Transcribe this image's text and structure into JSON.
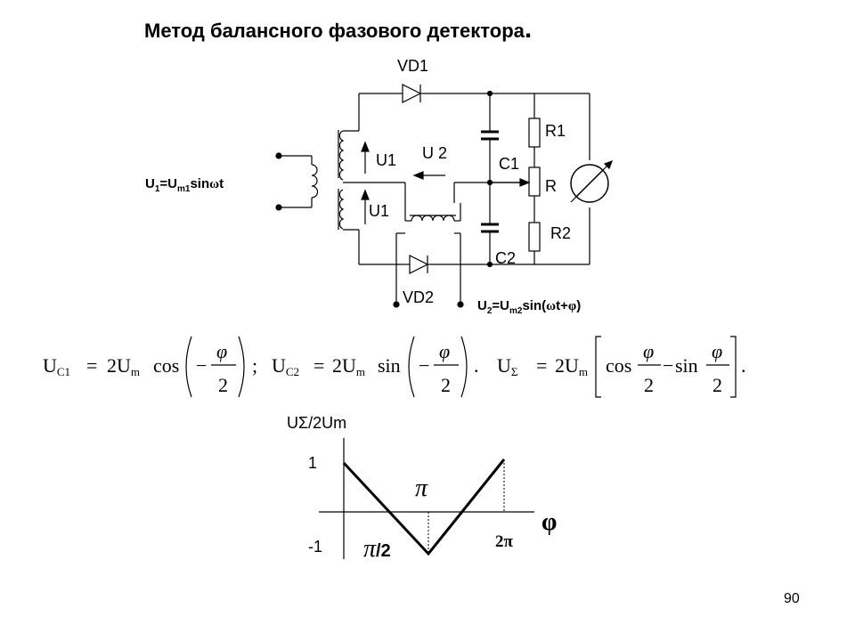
{
  "title": "Метод балансного фазового детектора",
  "title_dot": ".",
  "page_number": "90",
  "circuit": {
    "labels": {
      "vd1": "VD1",
      "vd2": "VD2",
      "u1_top": "U1",
      "u1_bottom": "U1",
      "u2": "U 2",
      "c1": "C1",
      "c2": "C2",
      "r1": "R1",
      "r": "R",
      "r2": "R2"
    },
    "input1": {
      "u": "U",
      "sub1": "1",
      "eq": "=U",
      "sub2": "m1",
      "tail": "sin",
      "omega": "ω",
      "t": "t"
    },
    "input2": {
      "u": "U",
      "sub1": "2",
      "eq": "=U",
      "sub2": "m2",
      "tail": "sin(",
      "omega": "ω",
      "t": "t+",
      "phi": "φ",
      "close": ")"
    }
  },
  "formulas": {
    "f1": {
      "lhs": "U",
      "lhs_sub": "C1",
      "eq": "=",
      "coef": "2U",
      "coef_sub": "m",
      "fn": "cos",
      "minus": "−",
      "num": "φ",
      "den": "2",
      "end": ";"
    },
    "f2": {
      "lhs": "U",
      "lhs_sub": "C2",
      "eq": "=",
      "coef": "2U",
      "coef_sub": "m",
      "fn": "sin",
      "minus": "−",
      "num": "φ",
      "den": "2",
      "end": "."
    },
    "f3": {
      "lhs": "U",
      "lhs_sub": "Σ",
      "eq": "=",
      "coef": "2U",
      "coef_sub": "m",
      "fn1": "cos",
      "num1": "φ",
      "den1": "2",
      "minus": "−",
      "fn2": "sin",
      "num2": "φ",
      "den2": "2",
      "end": "."
    }
  },
  "graph": {
    "ylabel": "UΣ/2Um",
    "xlabel": "φ",
    "tick_y_pos": "1",
    "tick_y_neg": "-1",
    "label_pi": "π",
    "label_pi_half_num": "π",
    "label_pi_half_slash": "/2",
    "label_2pi": "2π"
  }
}
